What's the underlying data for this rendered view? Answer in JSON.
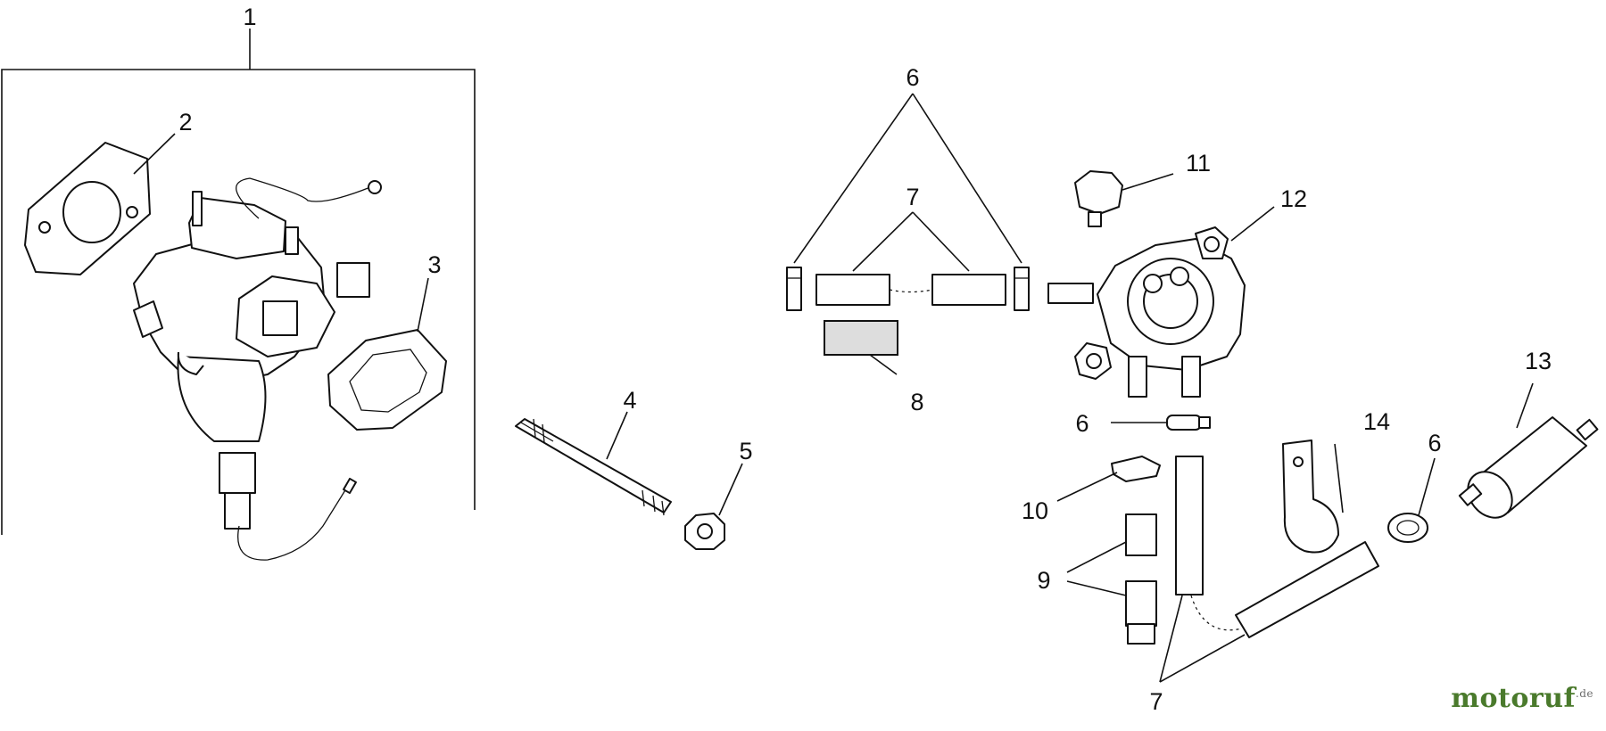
{
  "callouts": {
    "c1": "1",
    "c2": "2",
    "c3": "3",
    "c4": "4",
    "c5": "5",
    "c6a": "6",
    "c6b": "6",
    "c6c": "6",
    "c7a": "7",
    "c7b": "7",
    "c8": "8",
    "c9": "9",
    "c10": "10",
    "c11": "11",
    "c12": "12",
    "c13": "13",
    "c14": "14"
  },
  "watermark": {
    "brand": "motoruf",
    "tld": ".de",
    "color": "#4a7a2c"
  }
}
